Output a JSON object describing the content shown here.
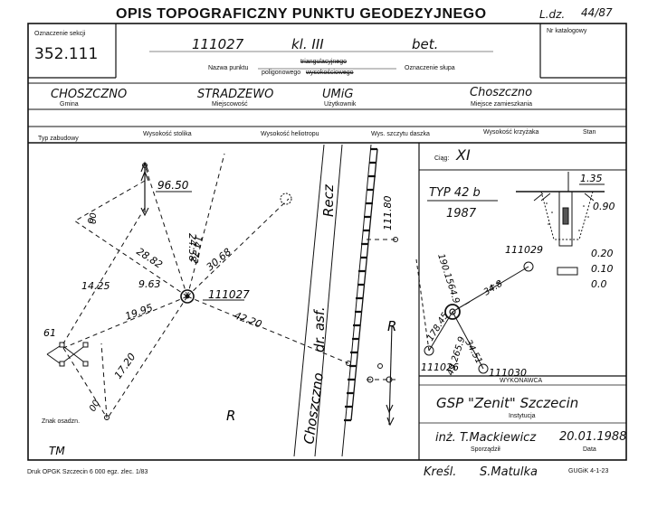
{
  "header": {
    "title": "OPIS TOPOGRAFICZNY PUNKTU GEODEZYJNEGO",
    "ldz_label": "L.dz.",
    "ldz_value": "44/87"
  },
  "form": {
    "sekcja_label": "Oznaczenie sekcji",
    "sekcja_value": "352.111",
    "nr_katalogowy_label": "Nr katalogowy",
    "punkt_number": "111027",
    "klasa": "kl. III",
    "slup": "bet.",
    "nazwa_punktu_label": "Nazwa punktu",
    "typ_option_1": "triangulacyjnego",
    "typ_option_2": "poligonowego",
    "typ_option_3": "wysokościowego",
    "oznaczenie_slupa_label": "Oznaczenie słupa",
    "gmina_value": "CHOSZCZNO",
    "gmina_label": "Gmina",
    "miejscowosc_value": "STRADZEWO",
    "miejscowosc_label": "Miejscowość",
    "uzytkownik_value": "UMiG",
    "uzytkownik_label": "Użytkownik",
    "miejsce_zam_value": "Choszczno",
    "miejsce_zam_label": "Miejsce zamieszkania",
    "typ_zabudowy_label": "Typ zabudowy",
    "wys_stolika_label": "Wysokość stolika",
    "wys_heliotropu_label": "Wysokość heliotropu",
    "wys_szczytu_label": "Wys. szczytu daszka",
    "wys_krzyzaka_label": "Wysokość krzyżaka",
    "stan_label": "Stan"
  },
  "sketch": {
    "point_label": "111027",
    "d_9650": "96.50",
    "d_2458": "24.58",
    "d_1472": "14.72",
    "d_3068": "30.68",
    "d_2882": "28.82",
    "d_963": "9.63",
    "d_1425": "14.25",
    "d_1995": "19.95",
    "d_4220": "42.20",
    "d_1720": "17.20",
    "d_11180": "111.80",
    "label_00_top": "00",
    "label_00_bot": "00",
    "label_61": "61",
    "road_recz": "Recz",
    "road_dr_asf": "dr. asf.",
    "road_choszczno": "Choszczno",
    "field_r1": "R",
    "field_r2": "R",
    "znak_label": "Znak osadzn.",
    "tm_label": "TM"
  },
  "right_panel": {
    "ciag_label": "Ciąg:",
    "ciag_value": "XI",
    "typ": "TYP 42 b",
    "year": "1987",
    "h_135": "1.35",
    "h_090": "0.90",
    "h_020": "0.20",
    "h_010": "0.10",
    "h_000": "0.0",
    "p_111029": "111029",
    "p_111026": "111026",
    "p_111030": "111030",
    "angle_190": "190.1564.9",
    "d_348": "34.8",
    "d_17845": "178.45",
    "d_3451": "34.51",
    "angle_49": "49.265.9"
  },
  "footer_box": {
    "wykonawca_label": "WYKONAWCA",
    "instytucja_value": "GSP \"Zenit\" Szczecin",
    "instytucja_label": "Instytucja",
    "sporzadzil_value": "inż. T.Mackiewicz",
    "date_value": "20.01.1988",
    "sporzadzil_label": "Sporządził",
    "data_label": "Data"
  },
  "footer": {
    "druk": "Druk OPGK Szczecin 6 000 egz. zlec. 1/83",
    "kreslil_label": "Kreśl.",
    "kreslil_value": "S.Matulka",
    "gugik": "GUGiK 4-1-23"
  }
}
